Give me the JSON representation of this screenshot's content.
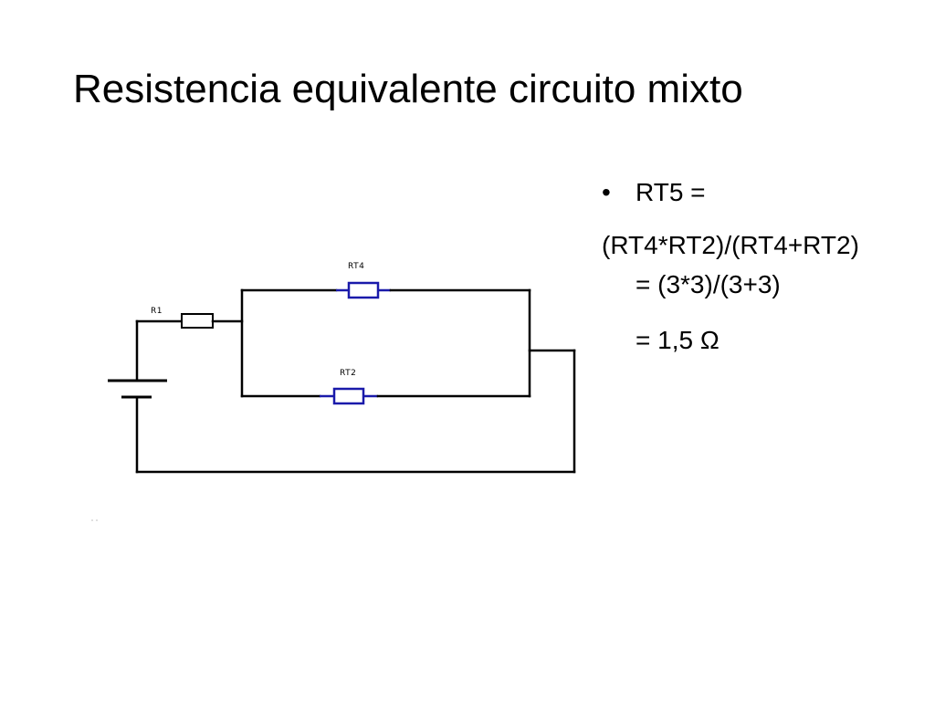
{
  "slide": {
    "title": "Resistencia equivalente circuito mixto"
  },
  "formula": {
    "bullet_symbol": "•",
    "line1": "RT5 =",
    "line2": "(RT4*RT2)/(RT4+RT2)",
    "line3": "= (3*3)/(3+3)",
    "line4": "= 1,5  Ω"
  },
  "circuit": {
    "labels": {
      "r1": "R1",
      "rt4": "RT4",
      "rt2": "RT2"
    },
    "colors": {
      "wire": "#000000",
      "highlighted_resistor": "#1a1aaa"
    }
  }
}
